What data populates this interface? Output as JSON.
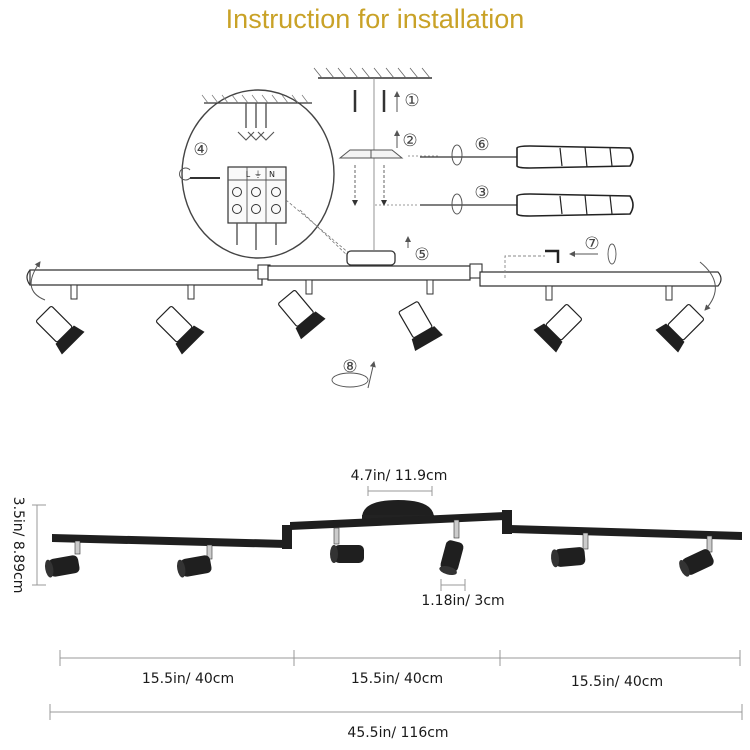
{
  "title": "Instruction for installation",
  "steps": [
    "①",
    "②",
    "③",
    "④",
    "⑤",
    "⑥",
    "⑦",
    "⑧"
  ],
  "wiring": {
    "l": "L",
    "n": "N",
    "ground": "⏚"
  },
  "dimensions": {
    "canopy_width": "4.7in/ 11.9cm",
    "height": "3.5in/ 8.89cm",
    "head_size": "1.18in/ 3cm",
    "segment_1": "15.5in/ 40cm",
    "segment_2": "15.5in/ 40cm",
    "segment_3": "15.5in/ 40cm",
    "total_length": "45.5in/ 116cm"
  },
  "colors": {
    "title": "#c9a227",
    "fixture": "#1f1f1f",
    "line": "#555555"
  }
}
